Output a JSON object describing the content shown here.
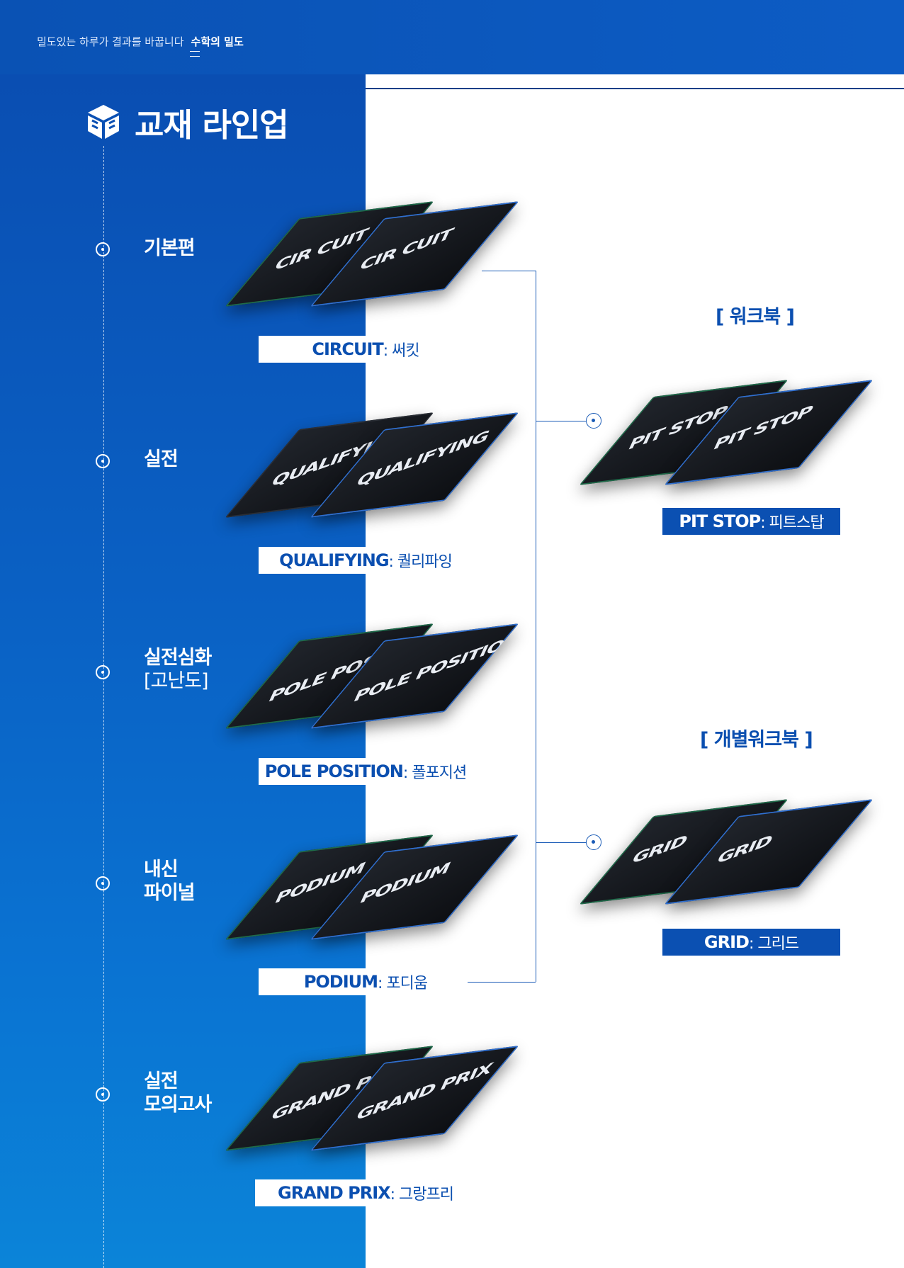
{
  "header": {
    "tagline": "밀도있는 하루가 결과를 바꿉니다",
    "brand": "수학의 밀도"
  },
  "section": {
    "title": "교재 라인업"
  },
  "levels": [
    {
      "label": "기본편",
      "label2": ""
    },
    {
      "label": "실전",
      "label2": ""
    },
    {
      "label": "실전심화",
      "label2": "[고난도]"
    },
    {
      "label": "내신",
      "label2": "파이널"
    },
    {
      "label": "실전",
      "label2": "모의고사"
    }
  ],
  "books": [
    {
      "name": "CIRCUIT",
      "kr": ": 써킷",
      "cover": "CIR CUIT"
    },
    {
      "name": "QUALIFYING",
      "kr": ": 퀄리파잉",
      "cover": "QUALIFYING"
    },
    {
      "name": "POLE POSITION",
      "kr": ": 폴포지션",
      "cover": "POLE POSITION"
    },
    {
      "name": "PODIUM",
      "kr": ": 포디움",
      "cover": "PODIUM"
    },
    {
      "name": "GRAND PRIX",
      "kr": ": 그랑프리",
      "cover": "GRAND PRIX"
    }
  ],
  "workbooks": [
    {
      "title": "[ 워크북 ]",
      "name": "PIT STOP",
      "kr": ": 피트스탑",
      "cover": "PIT STOP"
    },
    {
      "title": "[ 개별워크북 ]",
      "name": "GRID",
      "kr": ": 그리드",
      "cover": "GRID"
    }
  ],
  "colors": {
    "primary": "#0b4fb0",
    "panel_top": "#0a4eb2",
    "panel_bottom": "#0b84d8"
  }
}
